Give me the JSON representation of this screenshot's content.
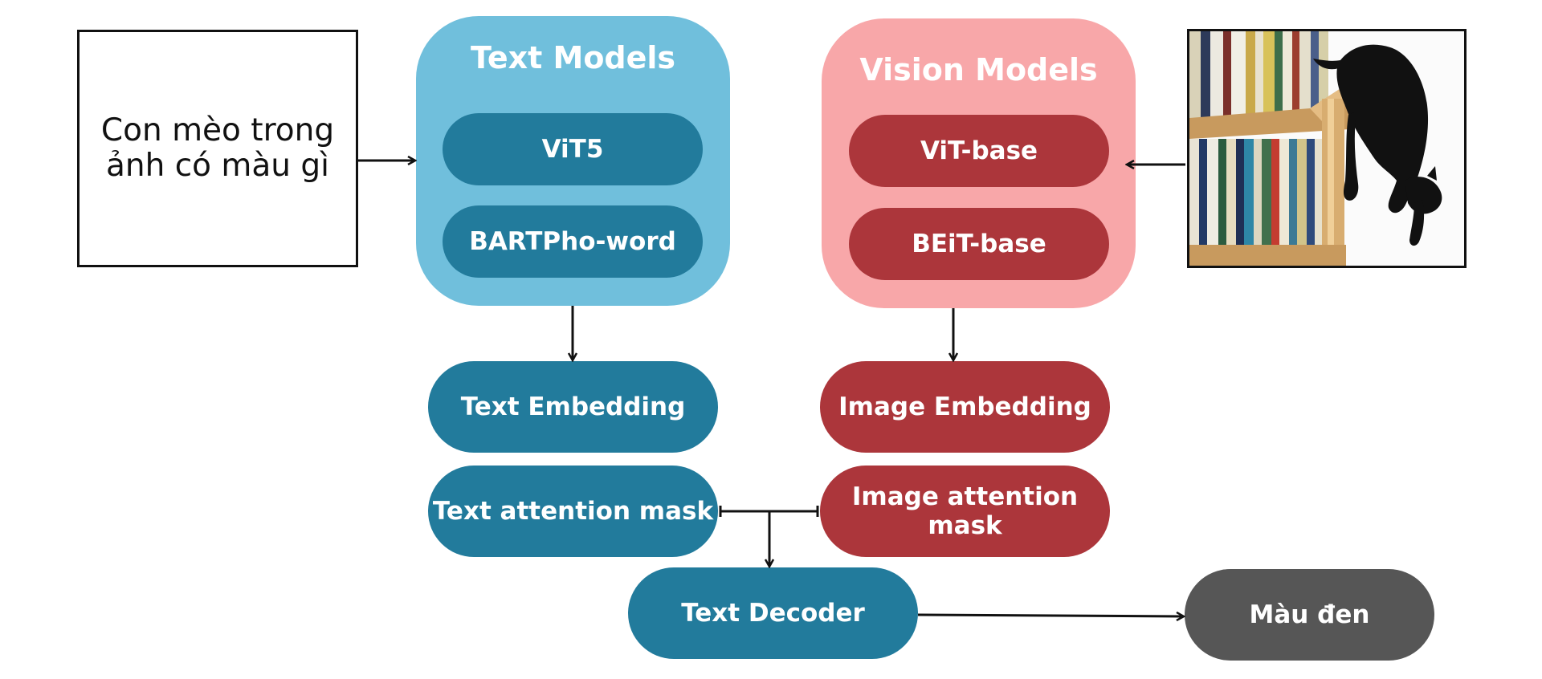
{
  "question": {
    "line1": "Con mèo trong",
    "line2": "ảnh có màu gì"
  },
  "text_models": {
    "title": "Text Models",
    "items": [
      "ViT5",
      "BARTPho-word"
    ]
  },
  "vision_models": {
    "title": "Vision Models",
    "items": [
      "ViT-base",
      "BEiT-base"
    ]
  },
  "nodes": {
    "text_embedding": "Text Embedding",
    "image_embedding": "Image Embedding",
    "text_attention_mask": "Text attention mask",
    "image_attention_mask": "Image attention mask",
    "text_decoder": "Text Decoder",
    "answer": "Màu đen"
  },
  "colors": {
    "text_group": "#70bfdc",
    "text_node": "#227b9c",
    "vision_group": "#f8a7a9",
    "vision_node": "#ac363b",
    "answer_node": "#565656"
  }
}
